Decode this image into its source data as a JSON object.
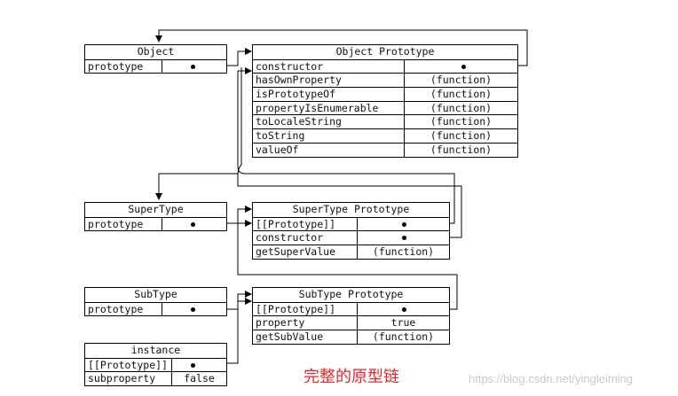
{
  "object": {
    "title": "Object",
    "rows": [
      {
        "key": "prototype",
        "value": ""
      }
    ]
  },
  "object_prototype": {
    "title": "Object Prototype",
    "rows": [
      {
        "key": "constructor",
        "value": ""
      },
      {
        "key": "hasOwnProperty",
        "value": "(function)"
      },
      {
        "key": "isPrototypeOf",
        "value": "(function)"
      },
      {
        "key": "propertyIsEnumerable",
        "value": "(function)"
      },
      {
        "key": "toLocaleString",
        "value": "(function)"
      },
      {
        "key": "toString",
        "value": "(function)"
      },
      {
        "key": "valueOf",
        "value": "(function)"
      }
    ]
  },
  "supertype": {
    "title": "SuperType",
    "rows": [
      {
        "key": "prototype",
        "value": ""
      }
    ]
  },
  "supertype_prototype": {
    "title": "SuperType Prototype",
    "rows": [
      {
        "key": "[[Prototype]]",
        "value": ""
      },
      {
        "key": "constructor",
        "value": ""
      },
      {
        "key": "getSuperValue",
        "value": "(function)"
      }
    ]
  },
  "subtype": {
    "title": "SubType",
    "rows": [
      {
        "key": "prototype",
        "value": ""
      }
    ]
  },
  "subtype_prototype": {
    "title": "SubType Prototype",
    "rows": [
      {
        "key": "[[Prototype]]",
        "value": ""
      },
      {
        "key": "property",
        "value": "true"
      },
      {
        "key": "getSubValue",
        "value": "(function)"
      }
    ]
  },
  "instance": {
    "title": "instance",
    "rows": [
      {
        "key": "[[Prototype]]",
        "value": ""
      },
      {
        "key": "subproperty",
        "value": "false"
      }
    ]
  },
  "caption": "完整的原型链",
  "watermark": "https://blog.csdn.net/yingleiming"
}
